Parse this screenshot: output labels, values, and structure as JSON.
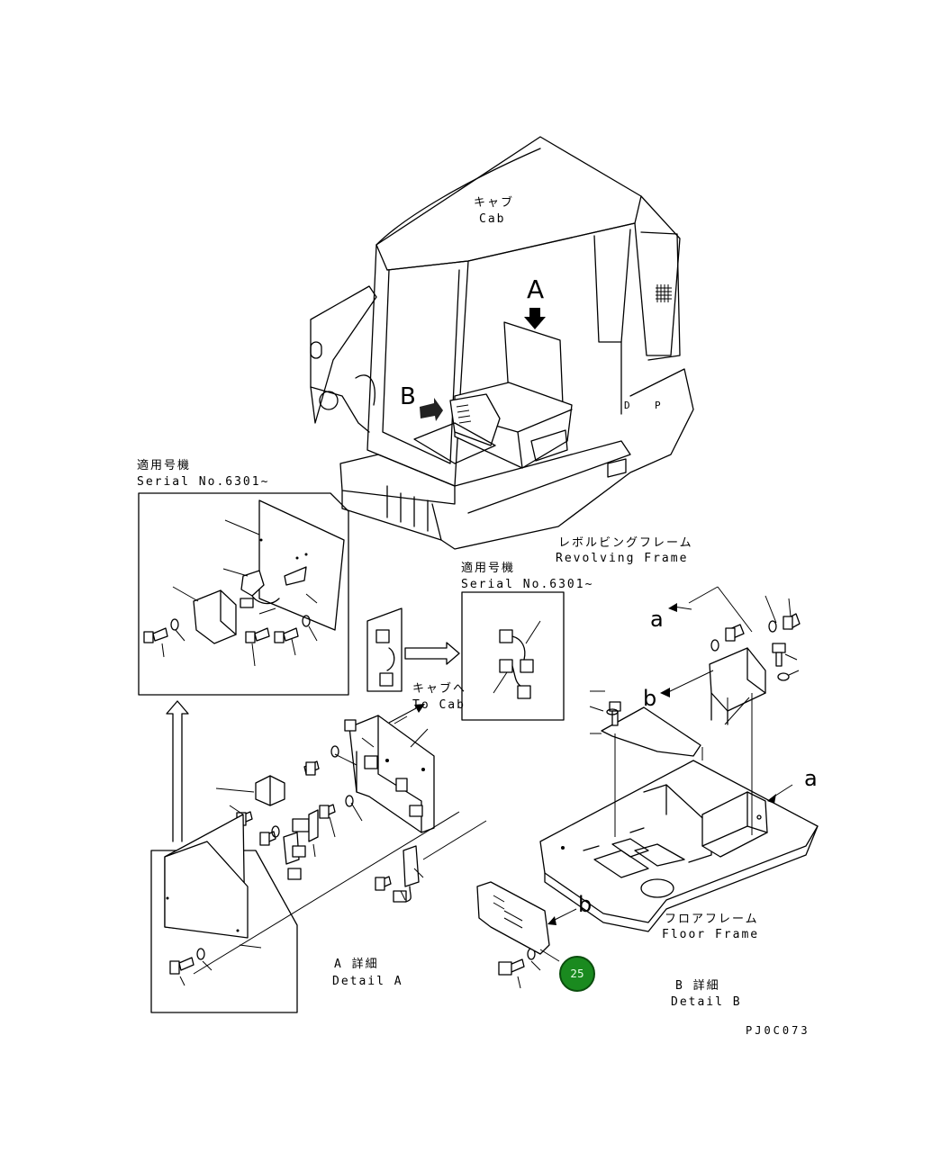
{
  "labels": {
    "cab_jp": "キャブ",
    "cab_en": "Cab",
    "arrow_a": "A",
    "arrow_b": "B",
    "serial_jp_1": "適用号機",
    "serial_en_1": "Serial No.6301~",
    "serial_jp_2": "適用号機",
    "serial_en_2": "Serial No.6301~",
    "revolving_jp": "レボルビングフレーム",
    "revolving_en": "Revolving Frame",
    "to_cab_jp": "キャブへ",
    "to_cab_en": "To Cab",
    "ref_a_upper": "a",
    "ref_a_right": "a",
    "ref_b_mid": "b",
    "ref_b_low": "b",
    "floor_jp": "フロアフレーム",
    "floor_en": "Floor Frame",
    "detail_a_jp": "A 詳細",
    "detail_a_en": "Detail A",
    "detail_b_jp": "B 詳細",
    "detail_b_en": "Detail B",
    "drawing_code": "PJ0C073",
    "cab_marker_d": "D",
    "cab_marker_p": "P"
  },
  "callout": {
    "number": "25",
    "color": "#1a8a1f"
  }
}
